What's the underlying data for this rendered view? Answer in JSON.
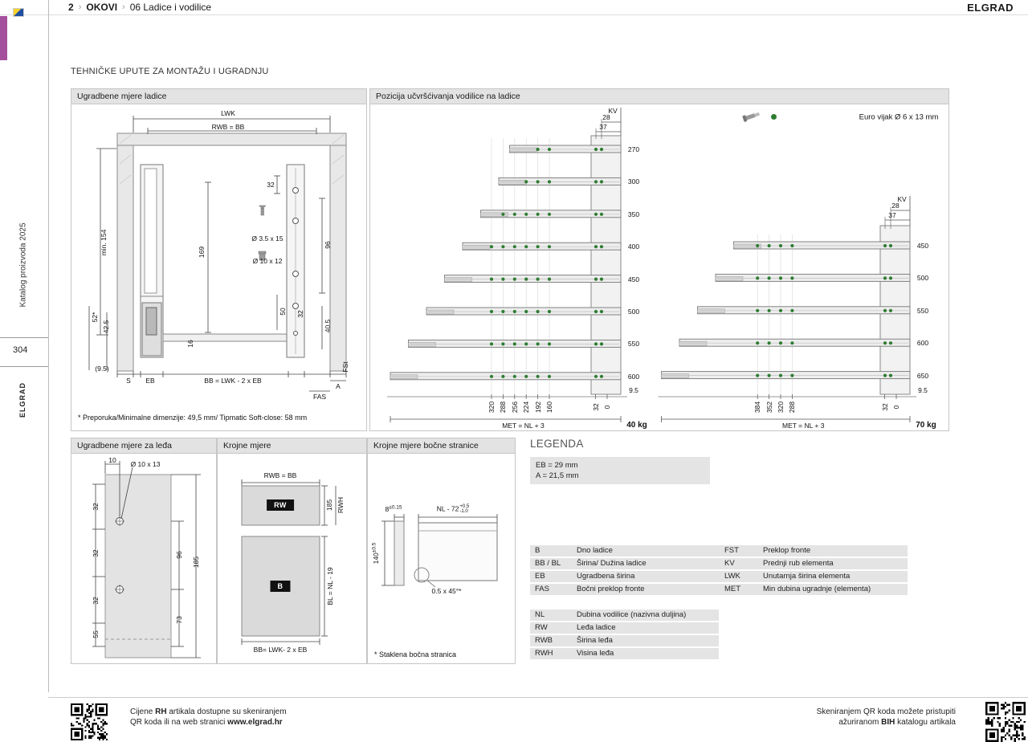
{
  "header": {
    "page_number": "2",
    "separator": "›",
    "breadcrumb_section": "OKOVI",
    "breadcrumb_item": "06 Ladice i vodilice",
    "brand": "ELGRAD"
  },
  "sidebar": {
    "catalog_label": "Katalog proizvoda 2025",
    "page_number": "304",
    "brand": "ELGRAD"
  },
  "intro_title": "TEHNIČKE UPUTE ZA MONTAŽU I UGRADNJU",
  "panel_drawer": {
    "title": "Ugradbene mjere ladice",
    "labels": {
      "lwk": "LWK",
      "rwb_bb": "RWB = BB",
      "min154": "min. 154",
      "d169": "169",
      "d32_top": "32",
      "d96": "96",
      "screw1": "Ø 3.5 x 15",
      "screw2": "Ø 10 x 12",
      "d50": "50",
      "d32_mid": "32",
      "d405": "40.5",
      "fst": "FSt",
      "d52": "52*",
      "d425": "42.5",
      "d16": "16",
      "d95": "(9.5)",
      "s": "S",
      "eb": "EB",
      "bb_formula": "BB = LWK - 2 x EB",
      "a": "A",
      "fas": "FAS"
    },
    "footnote": "* Preporuka/Minimalne dimenzije: 49,5 mm/ Tipmatic Soft-close: 58 mm"
  },
  "panel_guides": {
    "title": "Pozicija učvršćivanja vodilice na ladice",
    "euro_screw": "Euro vijak Ø 6 x 13 mm",
    "kv": "KV",
    "dim28": "28",
    "dim37": "37",
    "bottom_offset": "9.5",
    "met_formula": "MET = NL + 3",
    "diagram40": {
      "weight": "40 kg",
      "lengths": [
        270,
        300,
        350,
        400,
        450,
        500,
        550,
        600
      ],
      "hole_positions": [
        320,
        288,
        256,
        224,
        192,
        160,
        32,
        0
      ]
    },
    "diagram70": {
      "weight": "70 kg",
      "lengths": [
        450,
        500,
        550,
        600,
        650
      ],
      "hole_positions": [
        384,
        352,
        320,
        288,
        32,
        0
      ]
    }
  },
  "panel_back": {
    "title": "Ugradbene mjere za leđa",
    "labels": {
      "d10": "10",
      "hole": "Ø 10 x 13",
      "d32a": "32",
      "d32b": "32",
      "d32c": "32",
      "d55": "55",
      "d96": "96",
      "d185": "185",
      "d73": "73"
    }
  },
  "panel_cut": {
    "title": "Krojne mjere",
    "labels": {
      "rwb_bb": "RWB = BB",
      "rw": "RW",
      "d185": "185",
      "rwh": "RWH",
      "b": "B",
      "bl": "BL = NL - 19",
      "bb": "BB= LWK- 2 x EB"
    }
  },
  "panel_side": {
    "title": "Krojne mjere bočne stranice",
    "labels": {
      "d8": "8",
      "d8tol": "±0.15",
      "nl": "NL - 72",
      "nl_tol_up": "+0.5",
      "nl_tol_dn": "-1.0",
      "d140": "140",
      "d140tol": "±0.5",
      "chamfer": "0.5 x 45°*"
    },
    "footnote": "* Staklena bočna stranica"
  },
  "legend": {
    "title": "LEGENDA",
    "constants": [
      "EB = 29 mm",
      "A = 21,5 mm"
    ],
    "table1_left": [
      {
        "abbr": "B",
        "desc": "Dno ladice"
      },
      {
        "abbr": "BB / BL",
        "desc": "Širina/ Dužina ladice"
      },
      {
        "abbr": "EB",
        "desc": "Ugradbena širina"
      },
      {
        "abbr": "FAS",
        "desc": "Bočni preklop fronte"
      }
    ],
    "table1_right": [
      {
        "abbr": "FST",
        "desc": "Preklop fronte"
      },
      {
        "abbr": "KV",
        "desc": "Prednji rub elementa"
      },
      {
        "abbr": "LWK",
        "desc": "Unutarnja širina elementa"
      },
      {
        "abbr": "MET",
        "desc": "Min dubina ugradnje (elementa)"
      }
    ],
    "table2": [
      {
        "abbr": "NL",
        "desc": "Dubina vodilice (nazivna duljina)"
      },
      {
        "abbr": "RW",
        "desc": "Leđa ladice"
      },
      {
        "abbr": "RWB",
        "desc": "Širina leđa"
      },
      {
        "abbr": "RWH",
        "desc": "Visina leđa"
      }
    ]
  },
  "footer": {
    "left_line1_pre": "Cijene ",
    "left_line1_bold": "RH",
    "left_line1_post": " artikala dostupne su skeniranjem",
    "left_line2_pre": "QR koda ili na web stranici ",
    "left_line2_bold": "www.elgrad.hr",
    "right_line1": "Skeniranjem QR koda možete pristupiti",
    "right_line2_pre": "ažuriranom ",
    "right_line2_bold": "BIH",
    "right_line2_post": " katalogu artikala"
  }
}
